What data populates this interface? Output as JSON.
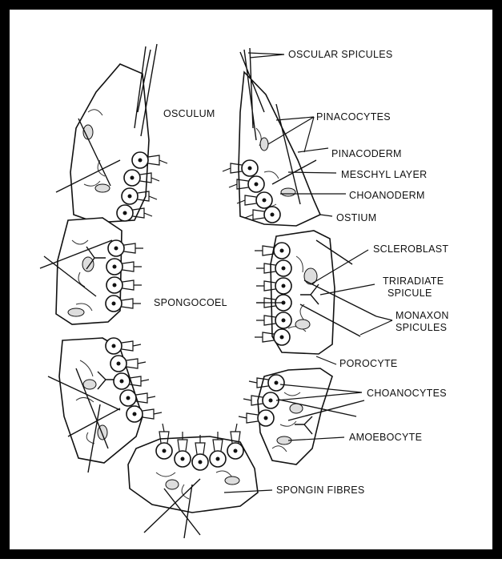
{
  "labels": {
    "osculum": "OSCULUM",
    "oscular_spicules": "OSCULAR SPICULES",
    "pinacocytes": "PINACOCYTES",
    "pinacoderm": "PINACODERM",
    "meschyl_layer": "MESCHYL LAYER",
    "choanoderm": "CHOANODERM",
    "ostium": "OSTIUM",
    "scleroblast": "SCLEROBLAST",
    "triradiate_line1": "TRIRADIATE",
    "triradiate_line2": "SPICULE",
    "monaxon_line1": "MONAXON",
    "monaxon_line2": "SPICULES",
    "spongocoel": "SPONGOCOEL",
    "porocyte": "POROCYTE",
    "choanocytes": "CHOANOCYTES",
    "amoebocyte": "AMOEBOCYTE",
    "spongin_fibres": "SPONGIN FIBRES"
  }
}
